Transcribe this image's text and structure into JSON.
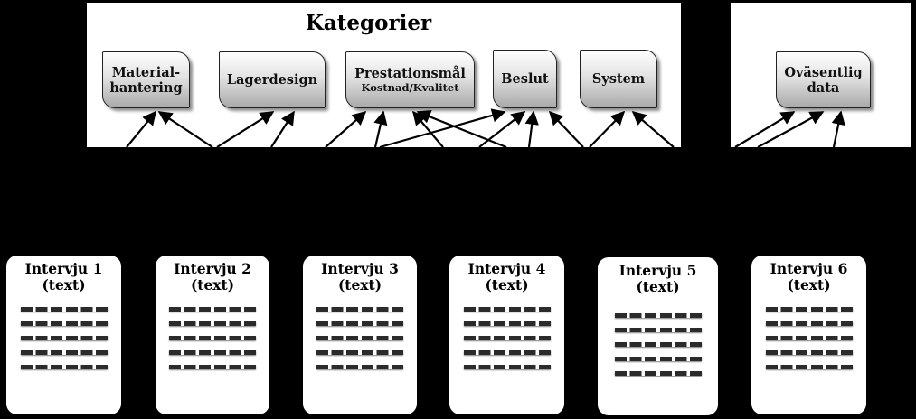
{
  "diagram": {
    "title": "Kategorier",
    "categories": [
      {
        "id": "material",
        "line1": "Material-",
        "line2": "hantering"
      },
      {
        "id": "lager",
        "line1": "Lagerdesign",
        "line2": ""
      },
      {
        "id": "prestation",
        "line1": "Prestationsmål",
        "line2": "Kostnad/Kvalitet"
      },
      {
        "id": "beslut",
        "line1": "Beslut",
        "line2": ""
      },
      {
        "id": "system",
        "line1": "System",
        "line2": ""
      },
      {
        "id": "ovasentlig",
        "line1": "Oväsentlig",
        "line2": "data"
      }
    ],
    "interviews": [
      {
        "line1": "Intervju 1",
        "line2": "(text)"
      },
      {
        "line1": "Intervju 2",
        "line2": "(text)"
      },
      {
        "line1": "Intervju 3",
        "line2": "(text)"
      },
      {
        "line1": "Intervju 4",
        "line2": "(text)"
      },
      {
        "line1": "Intervju 5",
        "line2": "(text)"
      },
      {
        "line1": "Intervju 6",
        "line2": "(text)"
      }
    ],
    "colors": {
      "background": "#000000",
      "panel": "#ffffff",
      "arrow": "#000000"
    }
  }
}
